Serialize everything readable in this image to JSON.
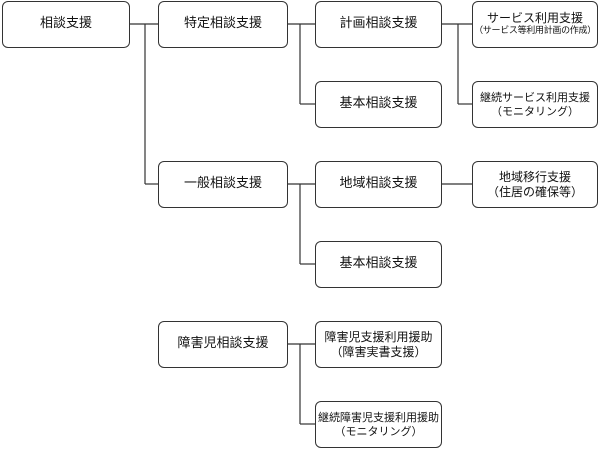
{
  "root": {
    "label": "相談支援"
  },
  "specific": {
    "label": "特定相談支援",
    "plan": {
      "label": "計画相談支援",
      "service_use": {
        "label": "サービス利用支援",
        "sub": "（サービス等利用計画の作成）"
      },
      "continuous": {
        "label": "継続サービス利用支援",
        "sub": "（モニタリング）"
      }
    },
    "basic": {
      "label": "基本相談支援"
    }
  },
  "general": {
    "label": "一般相談支援",
    "regional": {
      "label": "地域相談支援",
      "transition": {
        "label": "地域移行支援",
        "sub": "（住居の確保等）"
      }
    },
    "basic": {
      "label": "基本相談支援"
    }
  },
  "child": {
    "label": "障害児相談支援",
    "use": {
      "label": "障害児支援利用援助",
      "sub": "（障害実書支援）"
    },
    "continuous": {
      "label": "継続障害児支援利用援助",
      "sub": "（モニタリング）"
    }
  }
}
